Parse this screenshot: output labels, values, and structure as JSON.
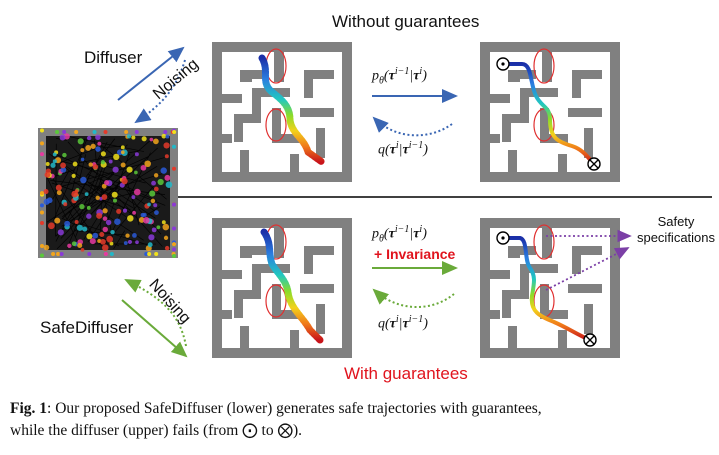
{
  "labels": {
    "top_title": "Without guarantees",
    "bottom_title": "With guarantees",
    "diffuser": "Diffuser",
    "noising_top": "Noising",
    "noising_bottom": "Noising",
    "safediffuser": "SafeDiffuser",
    "forward_top": "p_θ(τ^{i−1}|τ^i)",
    "backward_top": "q(τ^i|τ^{i−1})",
    "forward_bottom": "p_θ(τ^{i−1}|τ^i)",
    "invariance": "+ Invariance",
    "backward_bottom": "q(τ^i|τ^{i−1})",
    "safety_specs": "Safety specifications"
  },
  "caption": {
    "fig_label": "Fig. 1",
    "text_line1": ": Our proposed SafeDiffuser (lower) generates safe trajectories with guarantees,",
    "text_line2": "while the diffuser (upper) fails (from ⨀ to ⨂)."
  },
  "colors": {
    "maze_wall": "#808080",
    "diffuser_arrow": "#3a66b3",
    "safe_arrow": "#6aaa3a",
    "invariance": "#e0141e",
    "obstacle": "#e03030",
    "spec_arrow": "#7b3fa6",
    "bottom_title": "#e0141e"
  },
  "icons": {
    "start": "circled-dot-icon",
    "goal": "circled-times-icon"
  }
}
